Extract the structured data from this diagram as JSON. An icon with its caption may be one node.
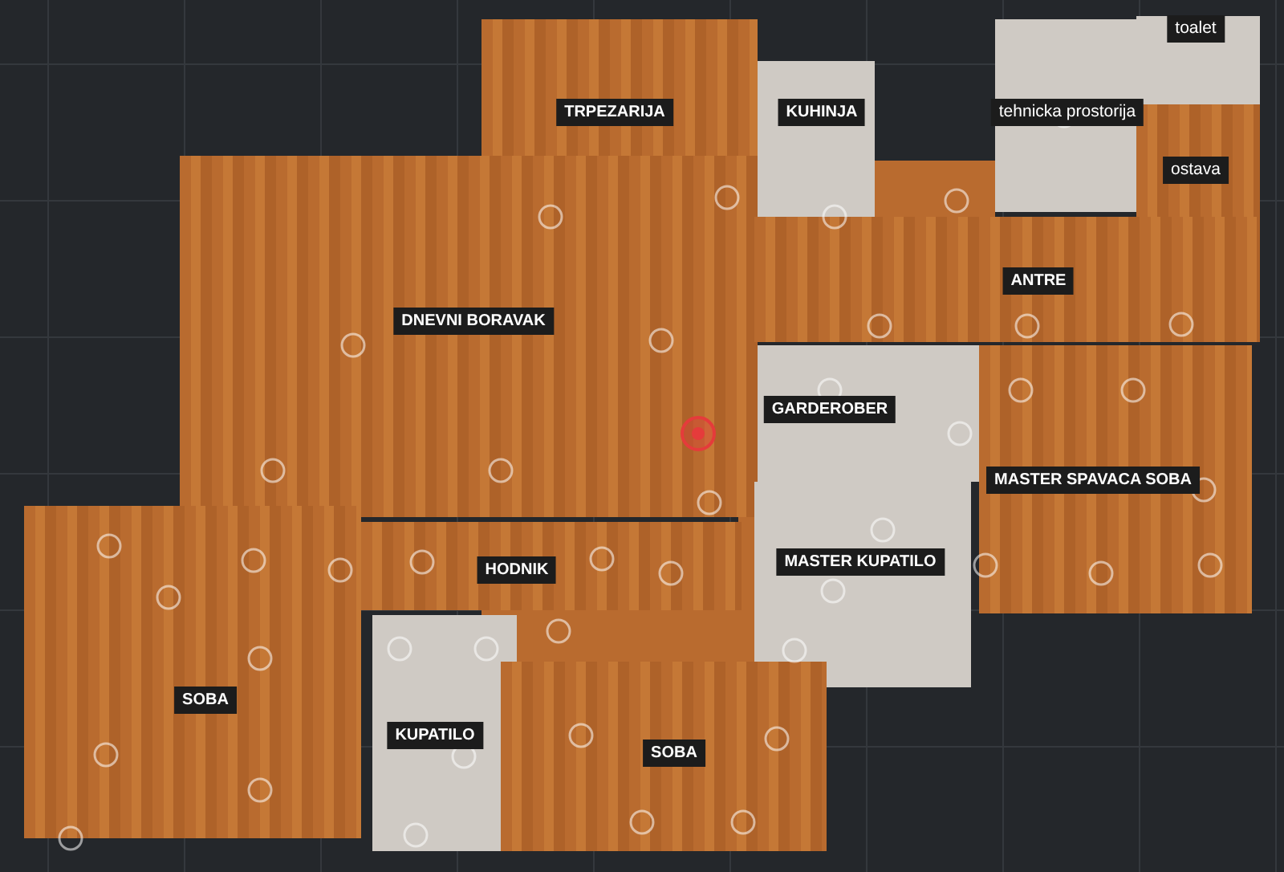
{
  "diagram": {
    "nodes": [
      {
        "text": [
          "TRPEZARIJA"
        ]
      },
      {
        "text": [
          "KUHINJA"
        ]
      },
      {
        "text": [
          "tehnicka prostorija"
        ]
      },
      {
        "text": [
          "toalet"
        ]
      },
      {
        "text": [
          "ostava"
        ]
      },
      {
        "text": [
          "DNEVNI BORAVAK"
        ]
      },
      {
        "text": [
          "ANTRE"
        ]
      },
      {
        "text": [
          "GARDEROBER"
        ]
      },
      {
        "text": [
          "MASTER SPAVACA SOBA"
        ]
      },
      {
        "text": [
          "MASTER KUPATILO"
        ]
      },
      {
        "text": [
          "HODNIK"
        ]
      },
      {
        "text": [
          "SOBA"
        ]
      },
      {
        "text": [
          "KUPATILO"
        ]
      },
      {
        "text": [
          "SOBA"
        ]
      }
    ]
  }
}
